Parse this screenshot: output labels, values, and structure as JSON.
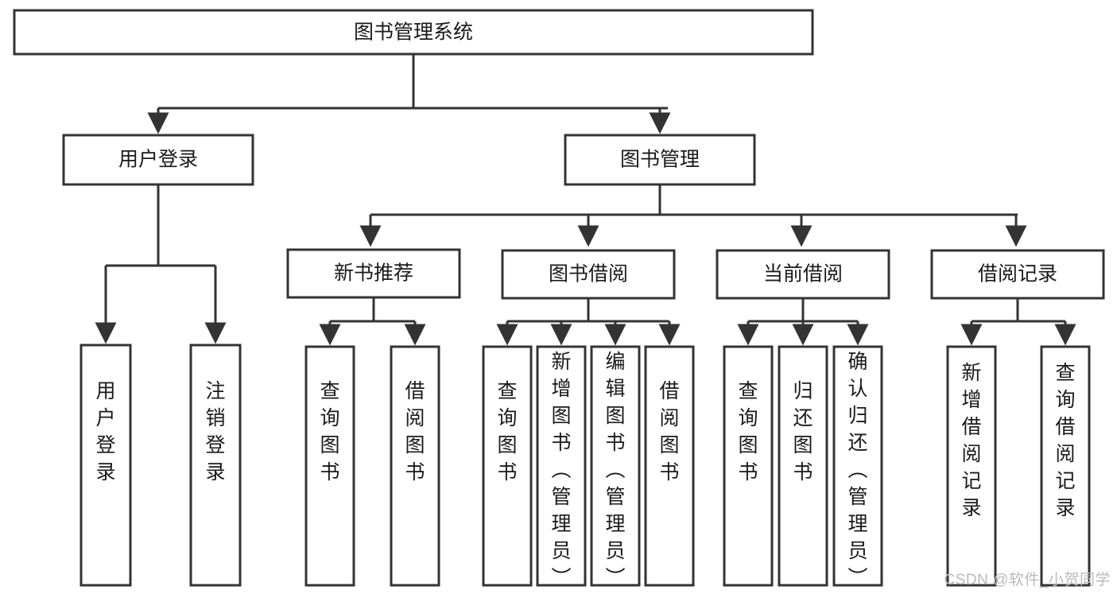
{
  "diagram": {
    "type": "tree-hierarchy-chart",
    "title": "图书管理系统",
    "orientation": "top-down",
    "watermark": "CSDN @软件_小贺同学",
    "colors": {
      "box_stroke": "#333333",
      "box_fill": "#ffffff",
      "text": "#1a1a1a",
      "background": "#ffffff",
      "watermark": "#b9b9b9"
    },
    "root": {
      "label": "图书管理系统"
    },
    "level2": [
      {
        "label": "用户登录"
      },
      {
        "label": "图书管理"
      }
    ],
    "level3": [
      {
        "label": "新书推荐"
      },
      {
        "label": "图书借阅"
      },
      {
        "label": "当前借阅"
      },
      {
        "label": "借阅记录"
      }
    ],
    "groups": [
      {
        "parent": "用户登录",
        "leaves": [
          "用户登录",
          "注销登录"
        ]
      },
      {
        "parent": "新书推荐",
        "leaves": [
          "查询图书",
          "借阅图书"
        ]
      },
      {
        "parent": "图书借阅",
        "leaves": [
          "查询图书",
          "新增图书（管理员）",
          "编辑图书（管理员）",
          "借阅图书"
        ]
      },
      {
        "parent": "当前借阅",
        "leaves": [
          "查询图书",
          "归还图书",
          "确认归还（管理员）"
        ]
      },
      {
        "parent": "借阅记录",
        "leaves": [
          "新增借阅记录",
          "查询借阅记录"
        ]
      }
    ],
    "leaves": [
      {
        "id": "leaf-0",
        "label": "用户登录"
      },
      {
        "id": "leaf-1",
        "label": "注销登录"
      },
      {
        "id": "leaf-2",
        "label": "查询图书"
      },
      {
        "id": "leaf-3",
        "label": "借阅图书"
      },
      {
        "id": "leaf-4",
        "label": "查询图书"
      },
      {
        "id": "leaf-5",
        "label": "新增图书（管理员）"
      },
      {
        "id": "leaf-6",
        "label": "编辑图书（管理员）"
      },
      {
        "id": "leaf-7",
        "label": "借阅图书"
      },
      {
        "id": "leaf-8",
        "label": "查询图书"
      },
      {
        "id": "leaf-9",
        "label": "归还图书"
      },
      {
        "id": "leaf-10",
        "label": "确认归还（管理员）"
      },
      {
        "id": "leaf-11",
        "label": "新增借阅记录"
      },
      {
        "id": "leaf-12",
        "label": "查询借阅记录"
      }
    ]
  }
}
